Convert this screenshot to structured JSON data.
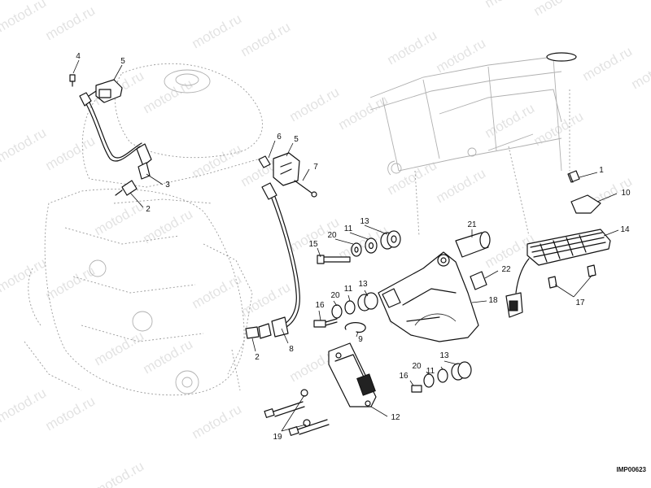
{
  "drawing_code": "IMP00623",
  "watermark_text": "motod.ru",
  "callouts": [
    {
      "id": "c-4a",
      "label": "4"
    },
    {
      "id": "c-5a",
      "label": "5"
    },
    {
      "id": "c-3",
      "label": "3"
    },
    {
      "id": "c-2a",
      "label": "2"
    },
    {
      "id": "c-6",
      "label": "6"
    },
    {
      "id": "c-5b",
      "label": "5"
    },
    {
      "id": "c-7",
      "label": "7"
    },
    {
      "id": "c-1",
      "label": "1"
    },
    {
      "id": "c-10",
      "label": "10"
    },
    {
      "id": "c-14",
      "label": "14"
    },
    {
      "id": "c-21",
      "label": "21"
    },
    {
      "id": "c-13a",
      "label": "13"
    },
    {
      "id": "c-11a",
      "label": "11"
    },
    {
      "id": "c-20a",
      "label": "20"
    },
    {
      "id": "c-15",
      "label": "15"
    },
    {
      "id": "c-22",
      "label": "22"
    },
    {
      "id": "c-17",
      "label": "17"
    },
    {
      "id": "c-13b",
      "label": "13"
    },
    {
      "id": "c-11b",
      "label": "11"
    },
    {
      "id": "c-20b",
      "label": "20"
    },
    {
      "id": "c-16a",
      "label": "16"
    },
    {
      "id": "c-18",
      "label": "18"
    },
    {
      "id": "c-9",
      "label": "9"
    },
    {
      "id": "c-2b",
      "label": "2"
    },
    {
      "id": "c-8",
      "label": "8"
    },
    {
      "id": "c-13c",
      "label": "13"
    },
    {
      "id": "c-20c",
      "label": "20"
    },
    {
      "id": "c-11c",
      "label": "11"
    },
    {
      "id": "c-16b",
      "label": "16"
    },
    {
      "id": "c-12",
      "label": "12"
    },
    {
      "id": "c-19",
      "label": "19"
    }
  ]
}
